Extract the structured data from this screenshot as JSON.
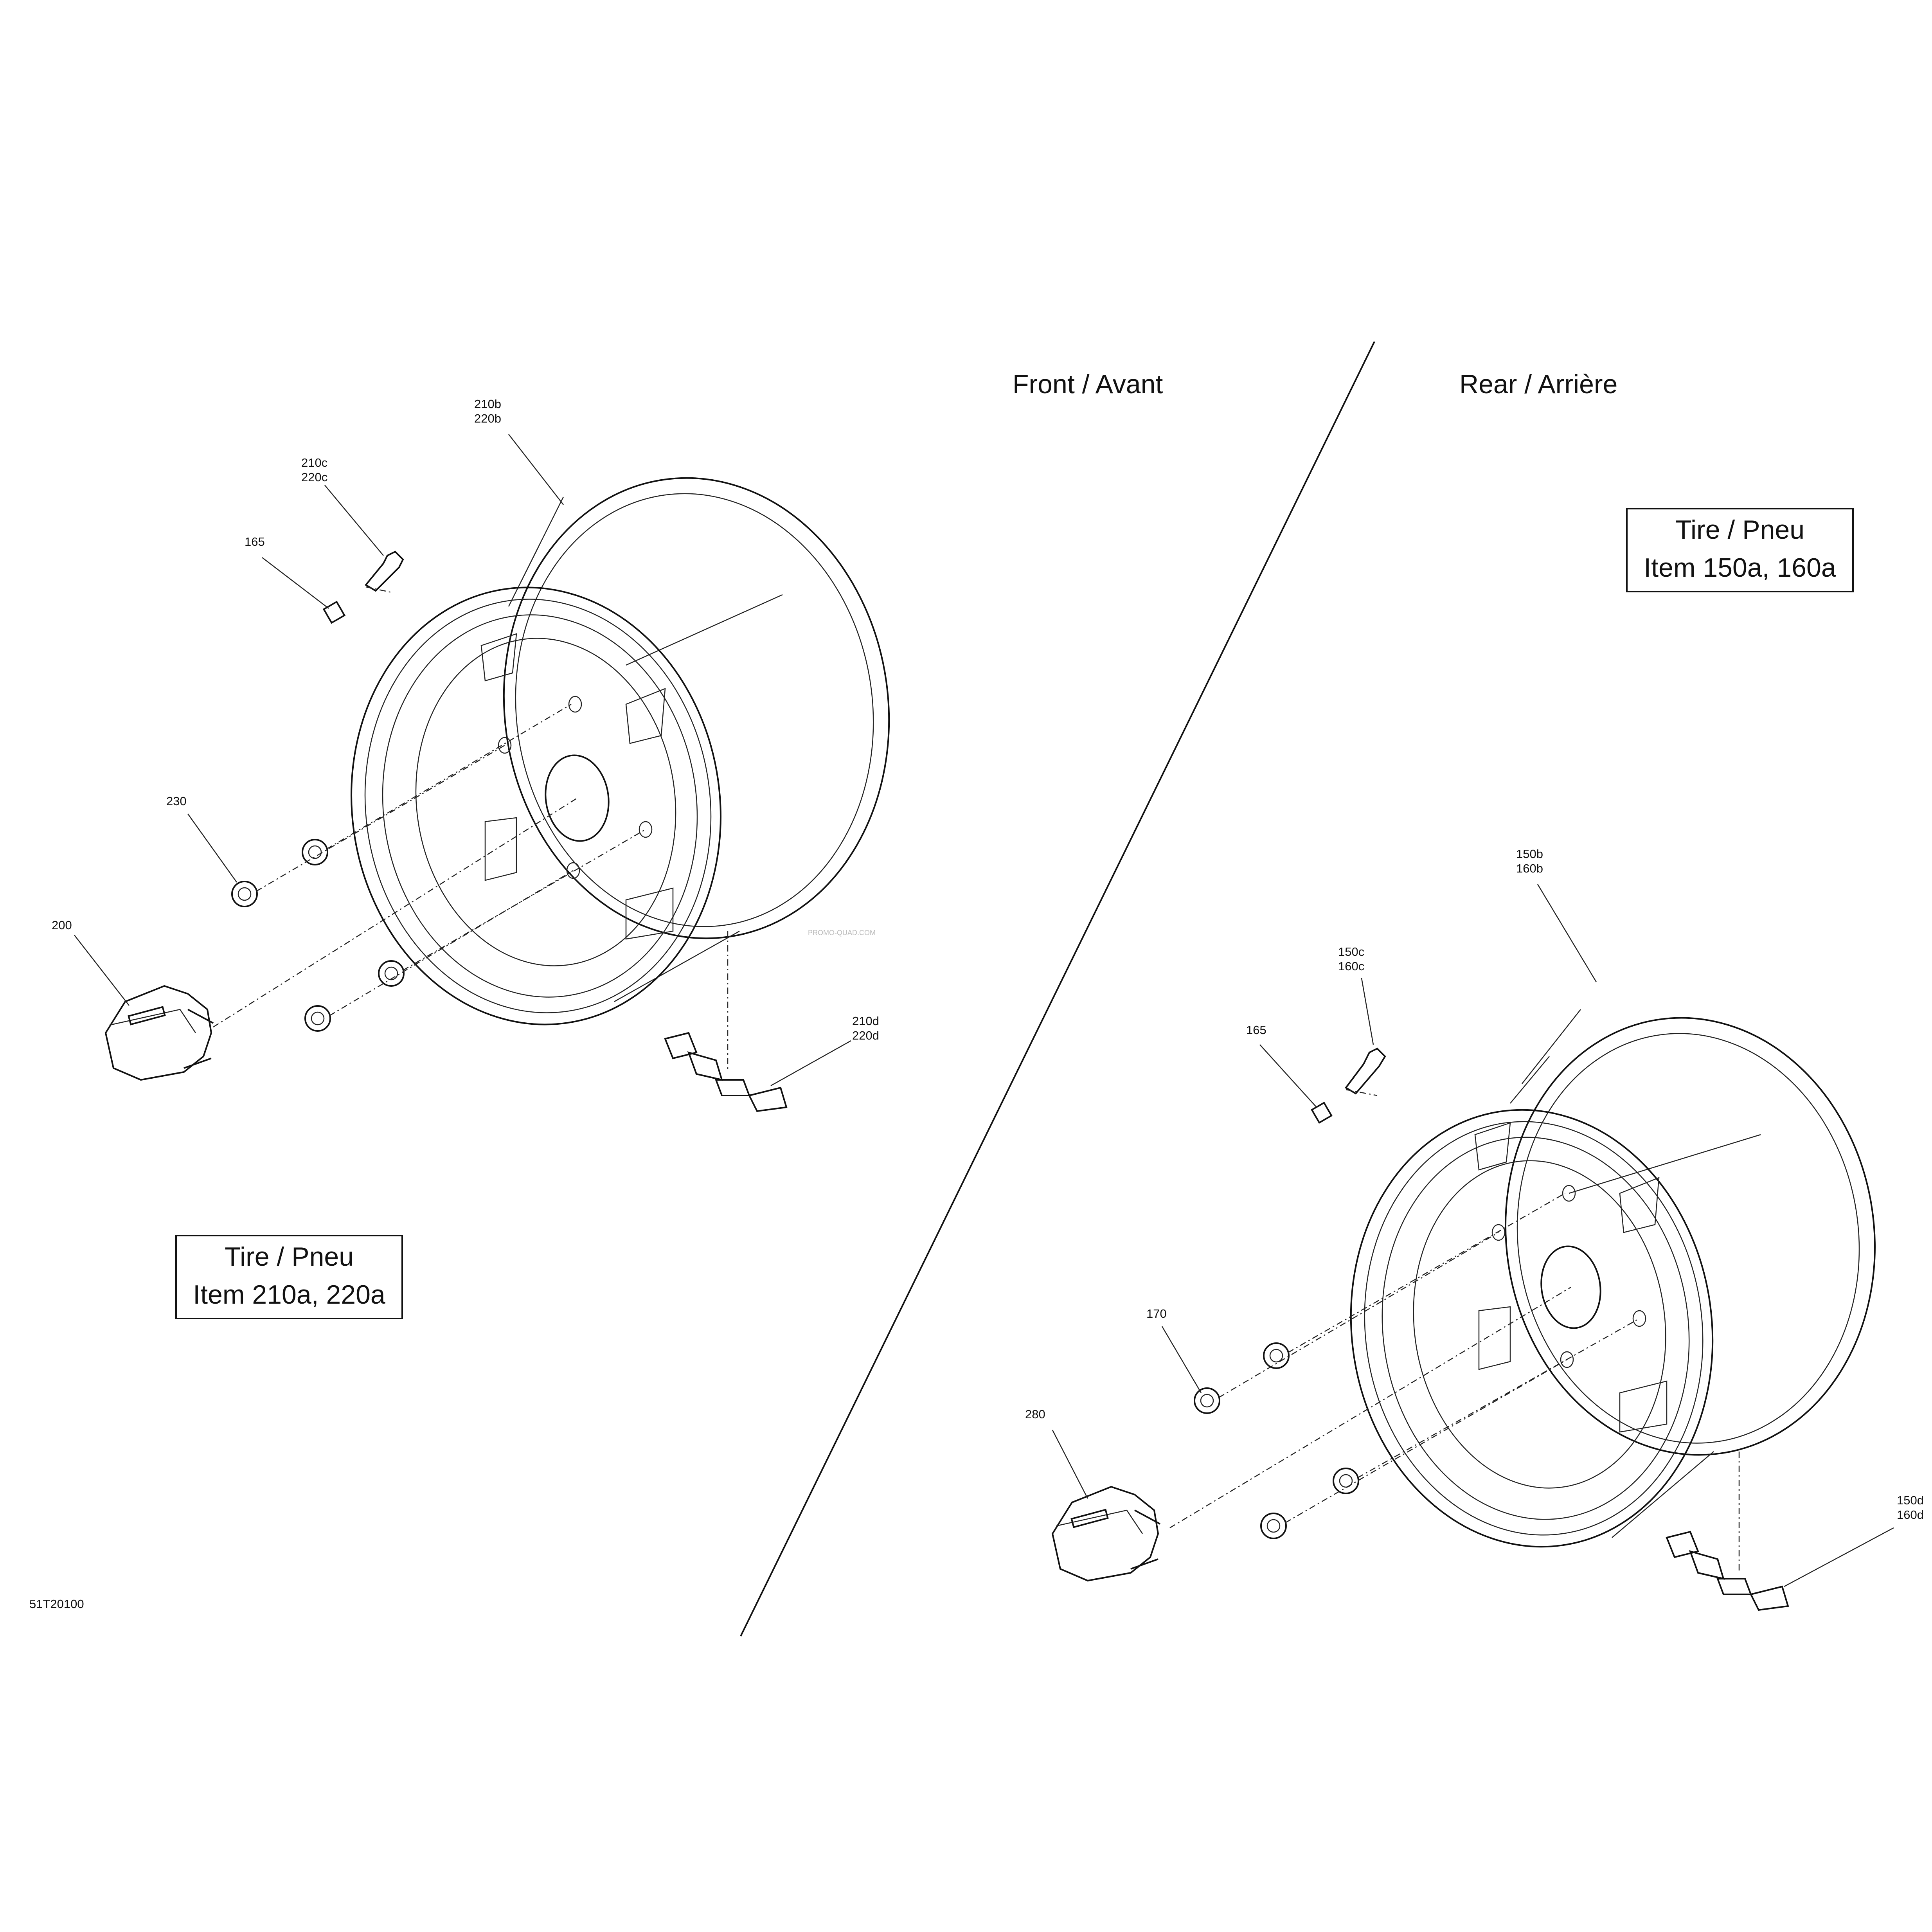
{
  "headings": {
    "front": "Front / Avant",
    "rear": "Rear / Arrière"
  },
  "tire_boxes": {
    "front": {
      "line1": "Tire / Pneu",
      "line2": "Item 210a, 220a"
    },
    "rear": {
      "line1": "Tire / Pneu",
      "line2": "Item 150a, 160a"
    }
  },
  "callouts": {
    "front_rim": [
      "210b",
      "220b"
    ],
    "front_valve": [
      "210c",
      "220c"
    ],
    "front_cap": "165",
    "front_nut": "230",
    "front_hub_cover": "200",
    "front_weights": [
      "210d",
      "220d"
    ],
    "rear_rim": [
      "150b",
      "160b"
    ],
    "rear_valve": [
      "150c",
      "160c"
    ],
    "rear_cap": "165",
    "rear_nut": "170",
    "rear_hub_cover": "280",
    "rear_weights": [
      "150d",
      "160d"
    ]
  },
  "figure_id": "51T20100",
  "watermark": "PROMO-QUAD.COM",
  "colors": {
    "line": "#111111",
    "background": "#ffffff"
  }
}
